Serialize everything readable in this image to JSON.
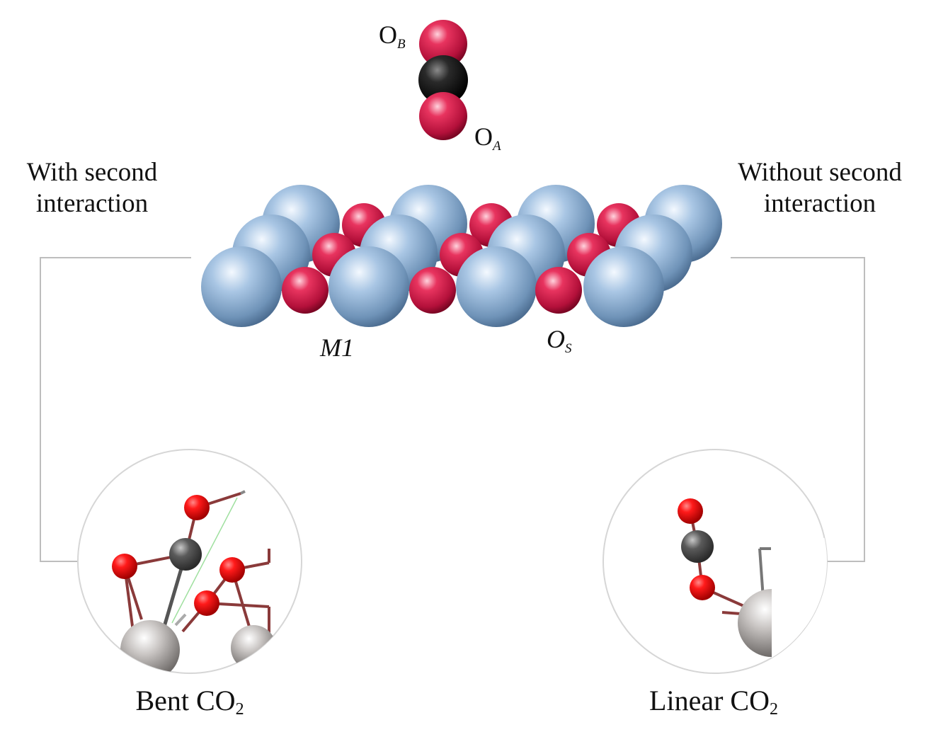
{
  "labels": {
    "with_second_line1": "With second",
    "with_second_line2": "interaction",
    "without_second_line1": "Without second",
    "without_second_line2": "interaction",
    "oxygen_b_main": "O",
    "oxygen_b_sub": "B",
    "oxygen_a_main": "O",
    "oxygen_a_sub": "A",
    "metal_site": "M1",
    "surface_oxygen_main": "O",
    "surface_oxygen_sub": "S",
    "bent_main": "Bent CO",
    "bent_sub": "2",
    "linear_main": "Linear CO",
    "linear_sub": "2"
  },
  "colors": {
    "metal": "#8fb3d5",
    "oxygen": "#d81b4a",
    "carbon": "#1a1a1a",
    "bond": "#8a3a3a",
    "connector": "#bdbdbd"
  }
}
